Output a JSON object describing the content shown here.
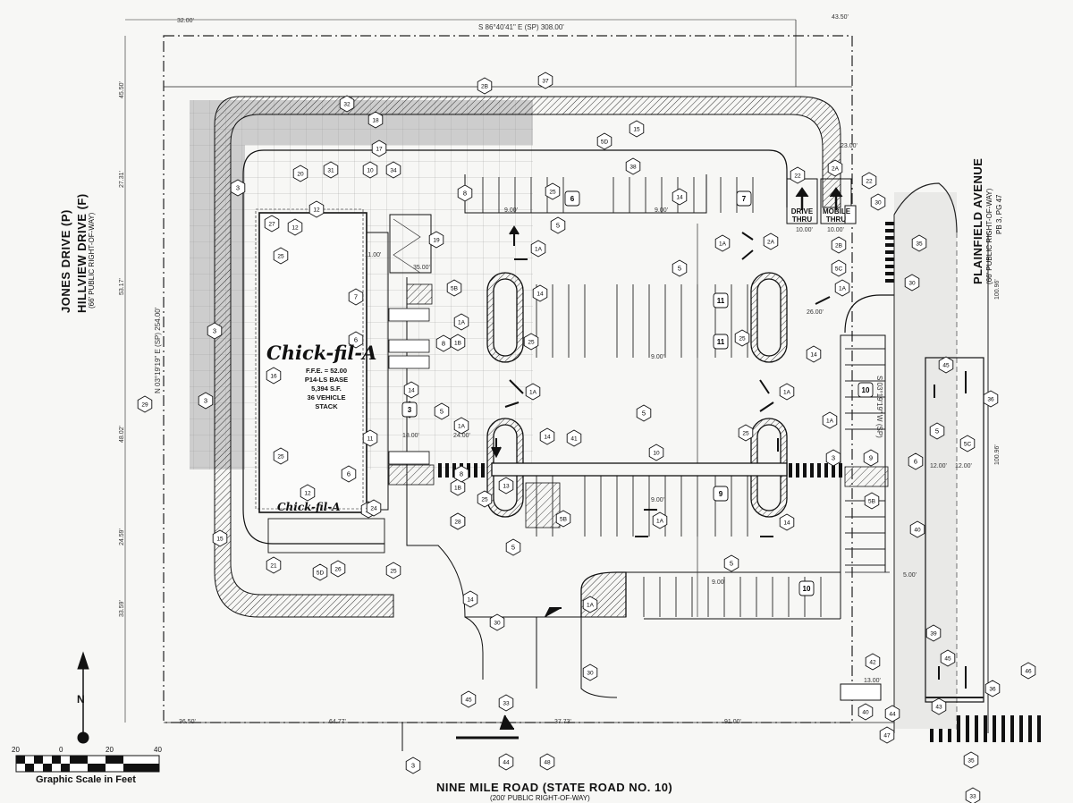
{
  "roads": {
    "south_name": "NINE MILE ROAD (STATE ROAD NO. 10)",
    "south_row": "(200' PUBLIC RIGHT-OF-WAY)",
    "west_name_1": "JONES DRIVE (P)",
    "west_name_2": "HILLVIEW DRIVE (F)",
    "west_row": "(66' PUBLIC RIGHT-OF-WAY)",
    "east_name": "PLAINFIELD AVENUE",
    "east_row": "(66' PUBLIC RIGHT-OF-WAY)",
    "east_pb": "PB 3, PG 47"
  },
  "bearings": {
    "north": "S 86°40'41\" E (SP)   308.00'",
    "west": "N 03°19'19\" E (SP)   254.00'",
    "east": "S 03°19'19\" W (SP)"
  },
  "building": {
    "logo": "Chick-fil-A",
    "ffe": "F.F.E. = 52.00",
    "base": "P14-LS BASE",
    "area": "5,394 S.F.",
    "stack": "36 VEHICLE",
    "stack2": "STACK"
  },
  "drive_thru": {
    "left": "DRIVE\nTHRU",
    "right": "MOBILE\nTHRU"
  },
  "dimensions": [
    "32.00'",
    "43.50'",
    "36.50'",
    "64.77'",
    "37.73'",
    "91.00'",
    "45.50'",
    "27.31'",
    "53.17'",
    "48.02'",
    "24.59'",
    "33.59'",
    "9.00'",
    "18.00'",
    "24.00'",
    "26.00'",
    "12.00'",
    "35.00'",
    "11.00'",
    "100.96'",
    "23.00'",
    "10.00'",
    "13.00'",
    "5.00'"
  ],
  "stall_counts": [
    "6",
    "7",
    "11",
    "11",
    "10",
    "9",
    "10",
    "3"
  ],
  "callouts": [
    "1A",
    "1B",
    "2A",
    "2B",
    "3",
    "5",
    "5B",
    "5C",
    "5D",
    "6",
    "7",
    "8",
    "9",
    "10",
    "11",
    "12",
    "13",
    "14",
    "15",
    "16",
    "17",
    "18",
    "19",
    "20",
    "21",
    "22",
    "24",
    "25",
    "26",
    "27",
    "28",
    "29",
    "30",
    "31",
    "32",
    "33",
    "34",
    "35",
    "36",
    "37",
    "38",
    "39",
    "40",
    "41",
    "42",
    "43",
    "44",
    "45",
    "46",
    "47",
    "48"
  ],
  "north_arrow": {
    "label": "N"
  },
  "scale": {
    "title": "Graphic Scale in Feet",
    "ticks": [
      "20",
      "0",
      "20",
      "40"
    ]
  },
  "colors": {
    "line": "#1a1a1a",
    "hatch": "#555555",
    "shade": "#cfcfcf",
    "paper": "#f7f7f5"
  }
}
